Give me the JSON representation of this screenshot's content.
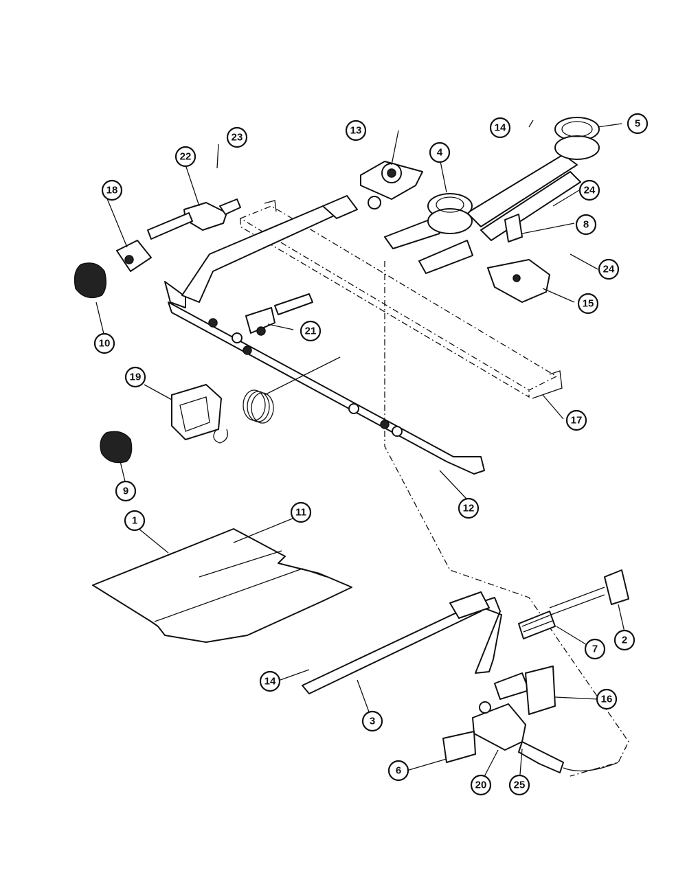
{
  "diagram": {
    "callouts": [
      {
        "id": "c1",
        "label": "1"
      },
      {
        "id": "c2",
        "label": "2"
      },
      {
        "id": "c3",
        "label": "3"
      },
      {
        "id": "c4",
        "label": "4"
      },
      {
        "id": "c5",
        "label": "5"
      },
      {
        "id": "c6",
        "label": "6"
      },
      {
        "id": "c7",
        "label": "7"
      },
      {
        "id": "c8",
        "label": "8"
      },
      {
        "id": "c9",
        "label": "9"
      },
      {
        "id": "c10",
        "label": "10"
      },
      {
        "id": "c11",
        "label": "11"
      },
      {
        "id": "c12",
        "label": "12"
      },
      {
        "id": "c13",
        "label": "13"
      },
      {
        "id": "c14a",
        "label": "14"
      },
      {
        "id": "c14b",
        "label": "14"
      },
      {
        "id": "c15",
        "label": "15"
      },
      {
        "id": "c16",
        "label": "16"
      },
      {
        "id": "c17",
        "label": "17"
      },
      {
        "id": "c18",
        "label": "18"
      },
      {
        "id": "c19",
        "label": "19"
      },
      {
        "id": "c20",
        "label": "20"
      },
      {
        "id": "c21",
        "label": "21"
      },
      {
        "id": "c22",
        "label": "22"
      },
      {
        "id": "c23",
        "label": "23"
      },
      {
        "id": "c24a",
        "label": "24"
      },
      {
        "id": "c24b",
        "label": "24"
      },
      {
        "id": "c25",
        "label": "25"
      }
    ]
  }
}
